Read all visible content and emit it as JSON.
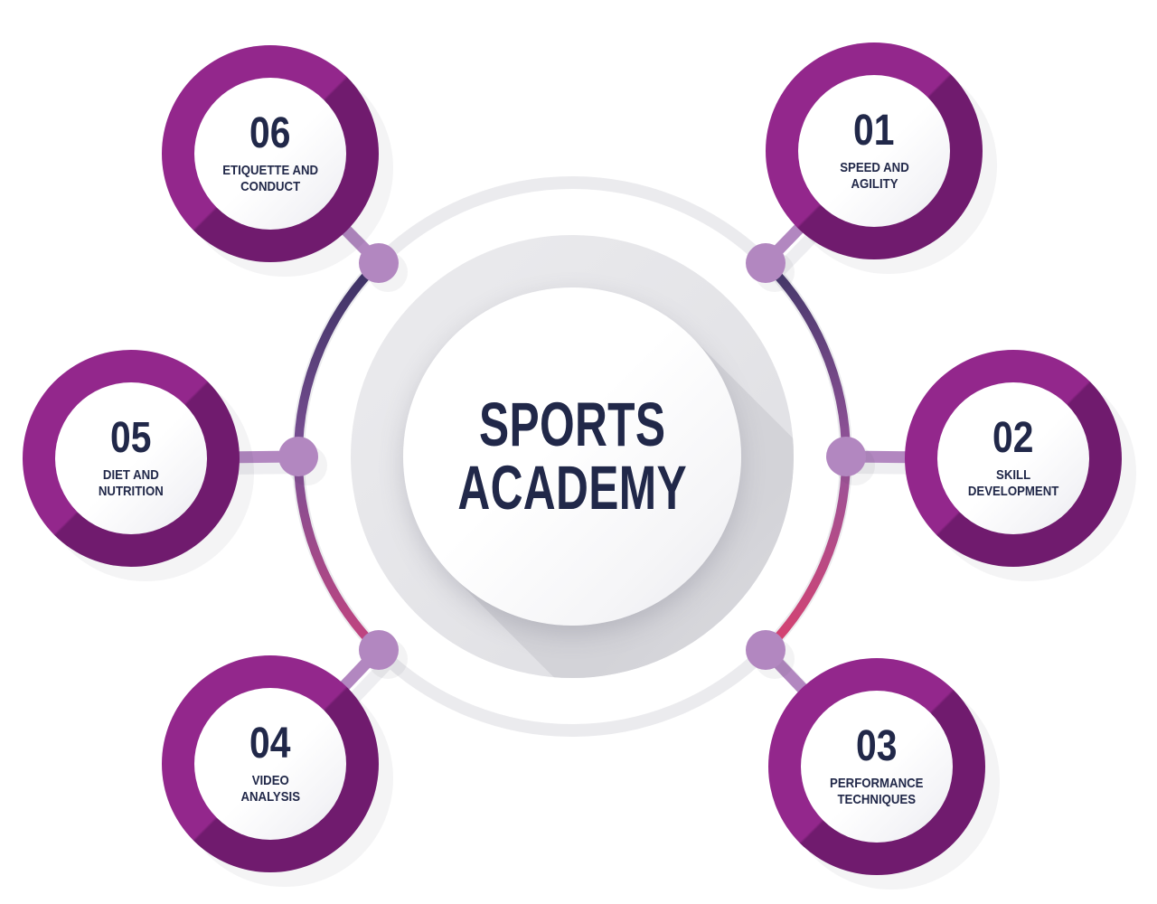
{
  "title": {
    "line1": "SPORTS",
    "line2": "ACADEMY"
  },
  "items": [
    {
      "number": "01",
      "label1": "SPEED AND",
      "label2": "AGILITY"
    },
    {
      "number": "02",
      "label1": "SKILL",
      "label2": "DEVELOPMENT"
    },
    {
      "number": "03",
      "label1": "PERFORMANCE",
      "label2": "TECHNIQUES"
    },
    {
      "number": "04",
      "label1": "VIDEO",
      "label2": "ANALYSIS"
    },
    {
      "number": "05",
      "label1": "DIET AND",
      "label2": "NUTRITION"
    },
    {
      "number": "06",
      "label1": "ETIQUETTE AND",
      "label2": "CONDUCT"
    }
  ],
  "colors": {
    "ring_purple": "#93278c",
    "ring_purple_shadow": "#701b6e",
    "node_purple": "#b287c0",
    "text_navy": "#212849",
    "arc_indigo": "#3a3162",
    "arc_mid_purple": "#8a529a",
    "arc_pink": "#d8416f",
    "gray_ring": "#ebebee",
    "gray_disc": "#e3e3e7"
  }
}
